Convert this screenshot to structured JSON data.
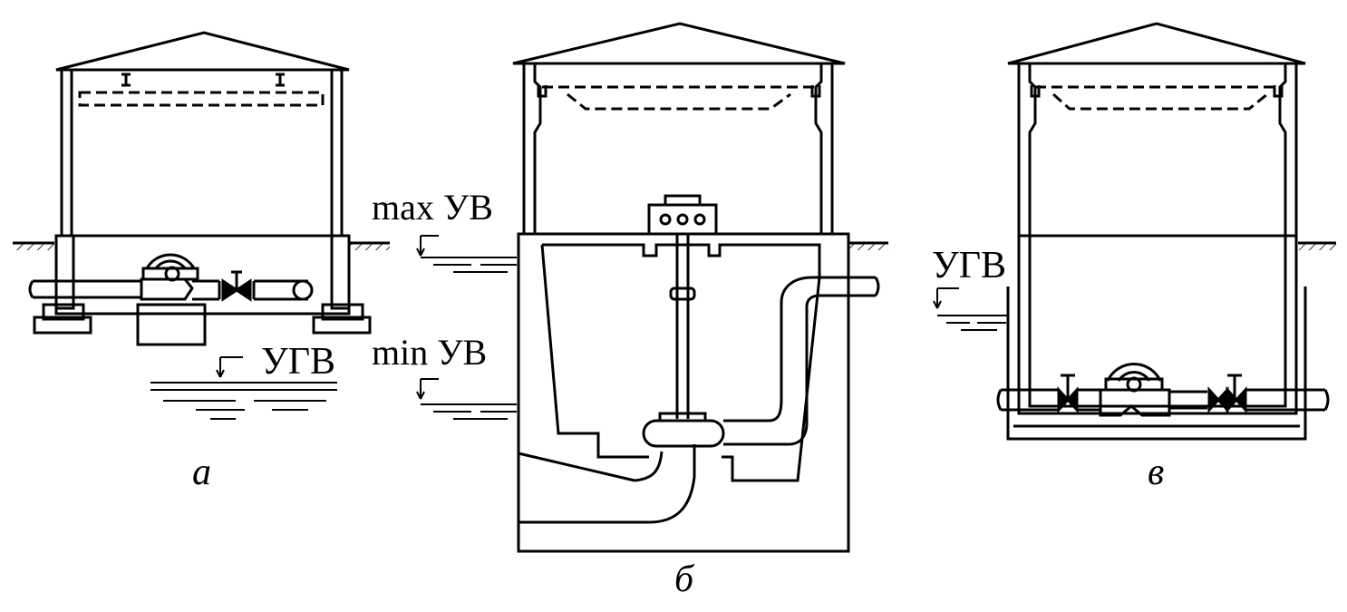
{
  "figure": {
    "panels": [
      {
        "id": "a",
        "caption": "а",
        "water_labels": [
          "УГВ"
        ]
      },
      {
        "id": "b",
        "caption": "б",
        "water_labels": [
          "max УВ",
          "min УВ"
        ]
      },
      {
        "id": "c",
        "caption": "в",
        "water_labels": [
          "УГВ"
        ]
      }
    ]
  },
  "colors": {
    "ink": "#000000",
    "paper": "#ffffff"
  }
}
